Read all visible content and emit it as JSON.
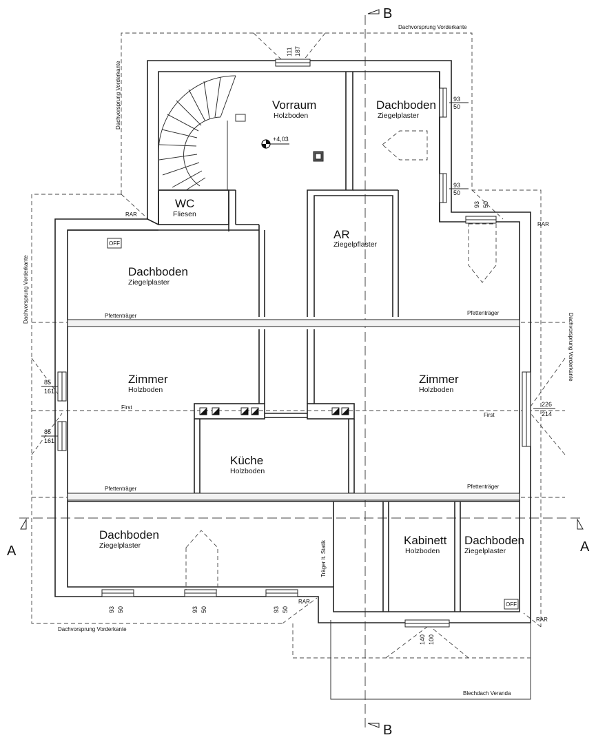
{
  "section_markers": {
    "a_left": "A",
    "a_right": "A",
    "b_top": "B",
    "b_bottom": "B"
  },
  "rooms": {
    "vorraum": {
      "name": "Vorraum",
      "floor": "Holzboden"
    },
    "dachboden_ne": {
      "name": "Dachboden",
      "floor": "Ziegelplaster"
    },
    "wc": {
      "name": "WC",
      "floor": "Fliesen"
    },
    "ar": {
      "name": "AR",
      "floor": "Ziegelpflaster"
    },
    "dachboden_nw": {
      "name": "Dachboden",
      "floor": "Ziegelplaster"
    },
    "zimmer_w": {
      "name": "Zimmer",
      "floor": "Holzboden"
    },
    "zimmer_e": {
      "name": "Zimmer",
      "floor": "Holzboden"
    },
    "kueche": {
      "name": "Küche",
      "floor": "Holzboden"
    },
    "dachboden_sw": {
      "name": "Dachboden",
      "floor": "Ziegelplaster"
    },
    "kabinett": {
      "name": "Kabinett",
      "floor": "Holzboden"
    },
    "dachboden_se": {
      "name": "Dachboden",
      "floor": "Ziegelplaster"
    }
  },
  "labels": {
    "dachvorsprung": "Dachvorsprung Vorderkante",
    "pfettentraeger": "Pfettenträger",
    "first": "First",
    "rar": "RAR",
    "off": "OFF",
    "traeger_statik": "Träger lt. Statik",
    "blechdach": "Blechdach Veranda",
    "level": "+4,03"
  },
  "window_dims": {
    "top": [
      "111",
      "187"
    ],
    "ne_upper": [
      "93",
      "50"
    ],
    "ne_lower": [
      "93",
      "50"
    ],
    "e_small": [
      "93",
      "50"
    ],
    "w_upper": [
      "85",
      "161"
    ],
    "w_lower": [
      "85",
      "161"
    ],
    "e_large": [
      "226",
      "214"
    ],
    "s1": [
      "93",
      "50"
    ],
    "s2": [
      "93",
      "50"
    ],
    "s3": [
      "93",
      "50"
    ],
    "s_kab": [
      "140",
      "100"
    ]
  }
}
